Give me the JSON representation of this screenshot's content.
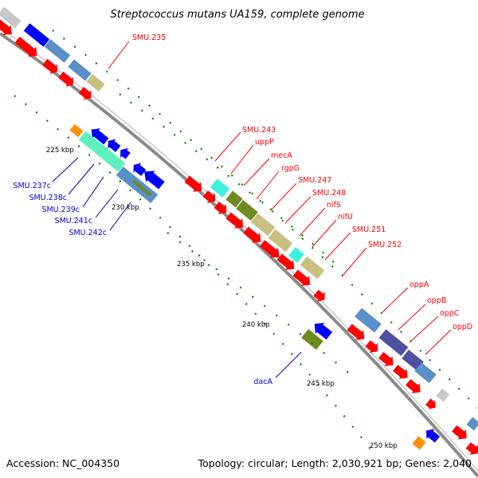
{
  "title": "Streptococcus mutans UA159, complete genome",
  "footer": {
    "accession": "Accession: NC_004350",
    "summary": "Topology: circular; Length: 2,030,921 bp; Genes: 2,040"
  },
  "ticks": [
    "225 kbp",
    "230 kbp",
    "235 kbp",
    "240 kbp",
    "245 kbp",
    "250 kbp"
  ],
  "gene_labels_forward": [
    "SMU.235",
    "SMU.243",
    "uppP",
    "mecA",
    "rgpG",
    "SMU.247",
    "SMU.248",
    "nifS",
    "nifU",
    "SMU.251",
    "SMU.252",
    "oppA",
    "oppB",
    "oppC",
    "oppD"
  ],
  "gene_labels_reverse": [
    "SMU.237c",
    "SMU.238c",
    "SMU.239c",
    "SMU.241c",
    "SMU.242c",
    "dacA"
  ],
  "colors": {
    "forward_cds": "#ff0000",
    "reverse_cds": "#0000ff",
    "cog_blue": "#5a8fc7",
    "cog_khaki": "#c8c080",
    "cog_olive": "#6e8a20",
    "cog_cyan": "#40f0e0",
    "cog_mint": "#60f0c0",
    "cog_purple": "#5050a0",
    "cog_orange": "#ff9000",
    "cog_grey": "#c8c8c8",
    "backbone": "#808080",
    "tick_mark": "#008000"
  }
}
